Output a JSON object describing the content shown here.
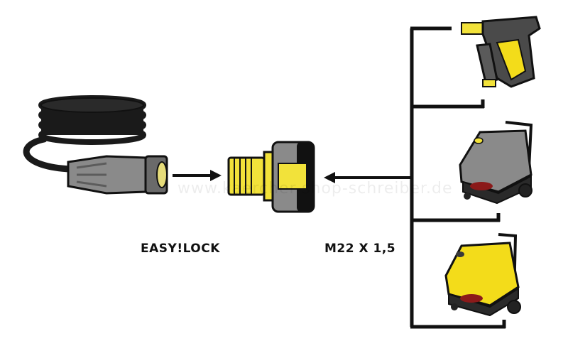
{
  "labels": {
    "easylock": "EASY!LOCK",
    "thread": "M22 X 1,5"
  },
  "watermark": "www.kaercher-shop-schreiber.de",
  "colors": {
    "line": "#111111",
    "hose": "#1a1a1a",
    "grey_body": "#8a8a8a",
    "dark_grey": "#4a4a4a",
    "yellow": "#f2e23a",
    "machine_yellow": "#f3dc1a",
    "red": "#8b1a1a"
  },
  "icons": {
    "hose": "hose-with-easylock-coupling-icon",
    "adapter": "adapter-icon",
    "trigger_gun": "trigger-gun-icon",
    "grey_machine": "grey-pressure-washer-icon",
    "yellow_machine": "yellow-pressure-washer-icon"
  }
}
